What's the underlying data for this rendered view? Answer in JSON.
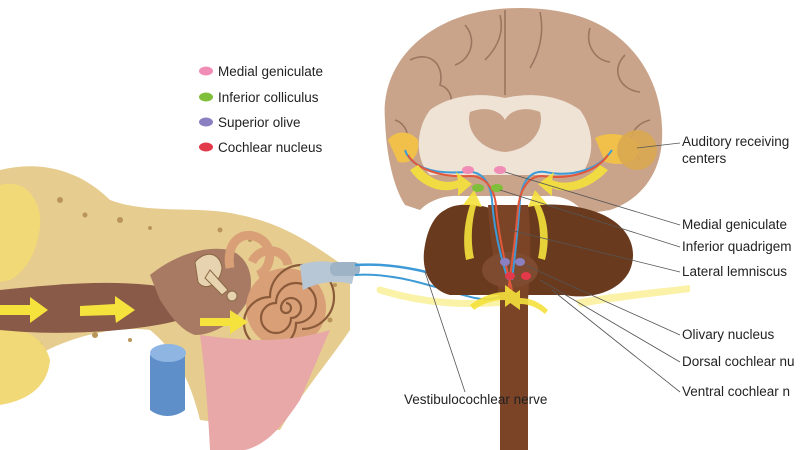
{
  "legend": [
    {
      "label": "Medial geniculate",
      "color": "#f08cb5"
    },
    {
      "label": "Inferior colliculus",
      "color": "#7fbf3a"
    },
    {
      "label": "Superior olive",
      "color": "#8a7fc0"
    },
    {
      "label": "Cochlear nucleus",
      "color": "#e23a4a"
    }
  ],
  "callouts": {
    "auditory_line1": "Auditory receiving",
    "auditory_line2": "centers",
    "medial_geniculate": "Medial geniculate",
    "inferior_quadrigeminal": "Inferior quadrigem",
    "lateral_lemniscus": "Lateral lemniscus",
    "olivary_nucleus": "Olivary nucleus",
    "dorsal_cochlear": "Dorsal cochlear nu",
    "ventral_cochlear": "Ventral cochlear n",
    "vestibulocochlear": "Vestibulocochlear nerve"
  },
  "colors": {
    "brain": "#c9a48a",
    "brain_dark": "#a37f66",
    "cerebellum": "#6a3a1e",
    "brainstem": "#7b4426",
    "bone": "#e6cc8f",
    "flesh": "#8a5a48",
    "cochlea": "#d9a077",
    "nerve_blue": "#3d9ad6",
    "nerve_red": "#e2583c",
    "arrow_yellow": "#f5e23c",
    "tube": "#5f8fc9",
    "skin": "#e8a8a8"
  }
}
